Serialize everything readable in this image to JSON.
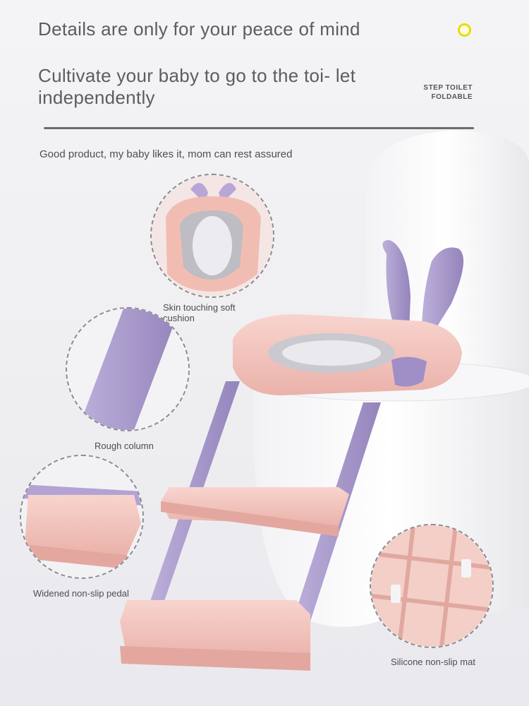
{
  "header": {
    "headline": "Details are only for your peace of mind",
    "subline": "Cultivate your baby to go to the toi- let independently",
    "tag_line1": "STEP TOILET",
    "tag_line2": "FOLDABLE"
  },
  "intro": "Good product, my baby likes it, mom can rest assured",
  "features": {
    "seat": "Skin touching soft cushion",
    "column": "Rough column",
    "pedal": "Widened non-slip pedal",
    "mat": "Silicone non-slip mat"
  },
  "colors": {
    "pink": "#f3c4bd",
    "purple": "#a99ac8",
    "accent_dot": "#e8dd00"
  }
}
